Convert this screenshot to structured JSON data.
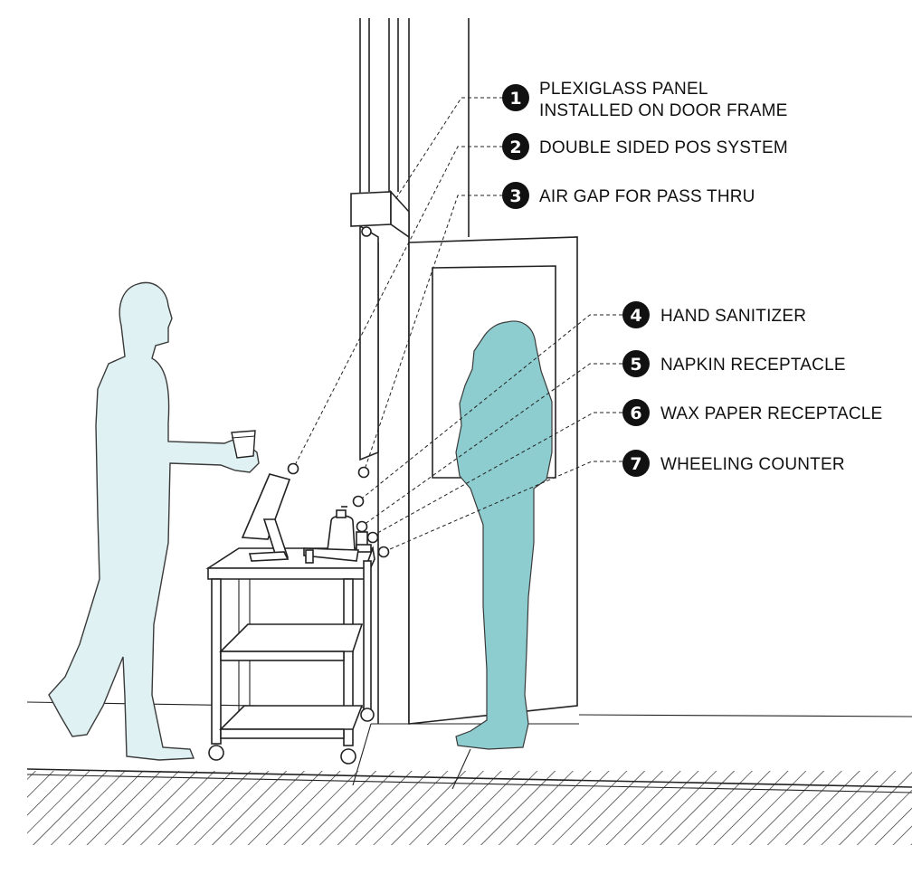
{
  "callouts": [
    {
      "number": "1",
      "lines": [
        "PLEXIGLASS PANEL",
        "INSTALLED ON DOOR FRAME"
      ]
    },
    {
      "number": "2",
      "lines": [
        "DOUBLE SIDED POS SYSTEM"
      ]
    },
    {
      "number": "3",
      "lines": [
        "AIR GAP FOR PASS THRU"
      ]
    },
    {
      "number": "4",
      "lines": [
        "HAND SANITIZER"
      ]
    },
    {
      "number": "5",
      "lines": [
        "NAPKIN RECEPTACLE"
      ]
    },
    {
      "number": "6",
      "lines": [
        "WAX PAPER RECEPTACLE"
      ]
    },
    {
      "number": "7",
      "lines": [
        "WHEELING COUNTER"
      ]
    }
  ],
  "colors": {
    "customer_silhouette": "#dff1f2",
    "staff_silhouette": "#8ecdcf",
    "line": "#222222",
    "badge": "#111111"
  }
}
